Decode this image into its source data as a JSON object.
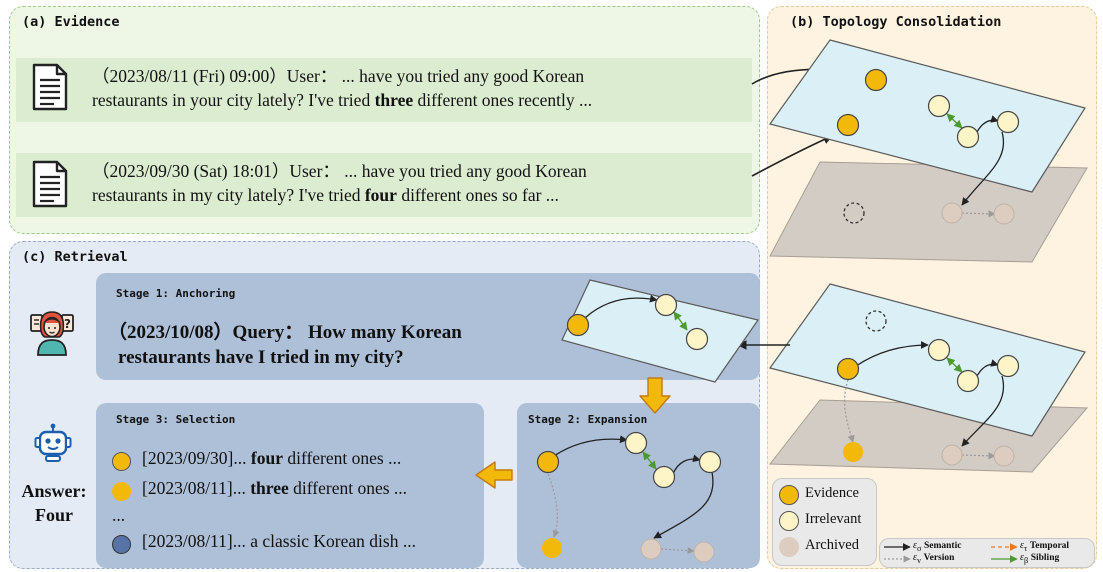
{
  "evidence": {
    "title": "(a) Evidence",
    "items": [
      {
        "line1": "（2023/08/11 (Fri) 09:00）User： ... have you tried any good Korean",
        "line2_pre": "restaurants in your city lately? I've tried ",
        "line2_bold": "three",
        "line2_post": " different ones recently ..."
      },
      {
        "line1": "（2023/09/30 (Sat) 18:01）User： ... have you tried any good Korean",
        "line2_pre": "restaurants in my city lately? I've tried ",
        "line2_bold": "four",
        "line2_post": " different ones so far ..."
      }
    ]
  },
  "topology": {
    "title": "(b) Topology Consolidation"
  },
  "retrieval": {
    "title": "(c) Retrieval",
    "stage1": {
      "title": "Stage 1: Anchoring",
      "query_line1": "（2023/10/08）Query： How many Korean",
      "query_line2": "restaurants have I tried in my city?"
    },
    "stage2": {
      "title": "Stage 2: Expansion"
    },
    "stage3": {
      "title": "Stage 3: Selection",
      "items": [
        {
          "pre": "[2023/09/30]... ",
          "bold": "four",
          "post": " different ones ..."
        },
        {
          "pre": "[2023/08/11]... ",
          "bold": "three",
          "post": " different ones ..."
        },
        {
          "text": "..."
        },
        {
          "text": "[2023/08/11]... a classic Korean dish ..."
        }
      ]
    },
    "answer": {
      "line1": "Answer:",
      "line2": "Four"
    }
  },
  "legend": {
    "nodes": [
      {
        "label": "Evidence",
        "color": "#f3b90a"
      },
      {
        "label": "Irrelevant",
        "color": "#fdf4c8"
      },
      {
        "label": "Archived",
        "color": "#dccdc0"
      }
    ],
    "edges": [
      {
        "symbol": "ε",
        "sub": "σ",
        "label": "Semantic",
        "color": "#222222"
      },
      {
        "symbol": "ε",
        "sub": "τ",
        "label": "Temporal",
        "color": "#e87a22"
      },
      {
        "symbol": "ε",
        "sub": "v",
        "label": "Version",
        "color": "#9a9a9a"
      },
      {
        "symbol": "ε",
        "sub": "β",
        "label": "Sibling",
        "color": "#4e9a32"
      }
    ]
  },
  "colors": {
    "evidence_bg": "#eef6e6",
    "topology_bg": "#fdf3e0",
    "retrieval_bg": "#e5ebf5",
    "stage_box": "#aec0d8",
    "top_plane": "#dbf0f6",
    "bottom_plane": "#d3ccc4"
  }
}
